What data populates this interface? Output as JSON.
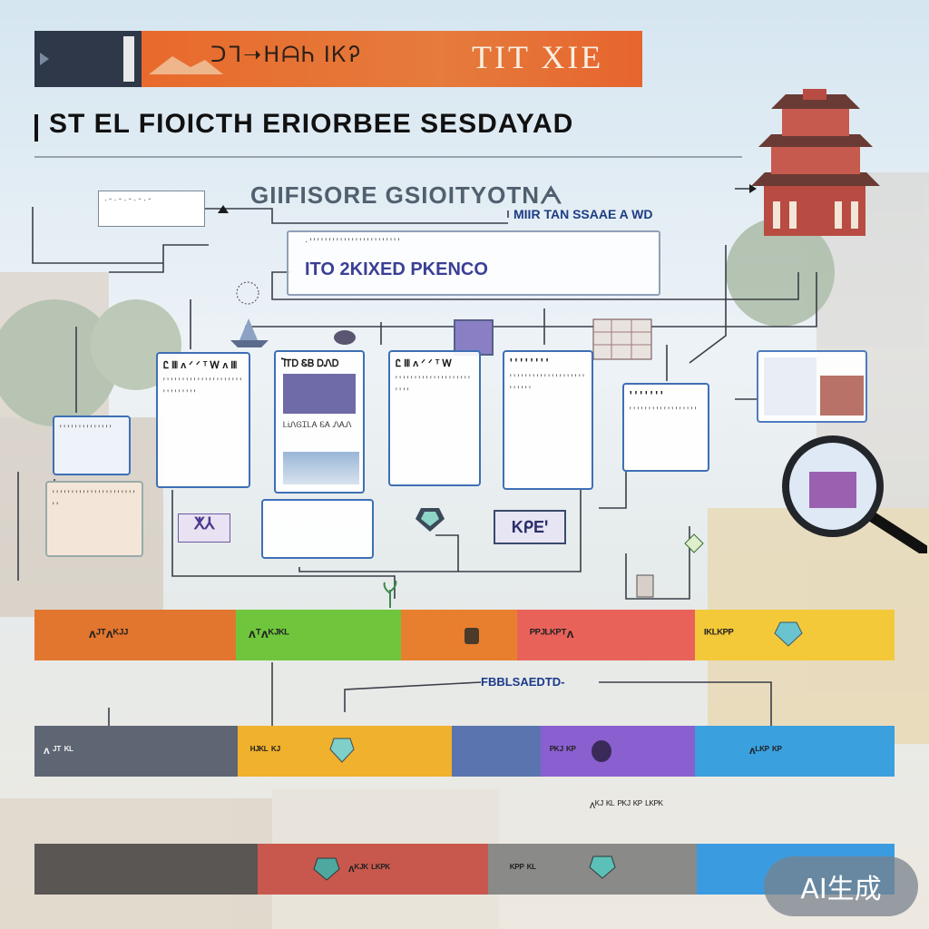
{
  "banner": {
    "script_text": "ᑐᒣ➝ᕼᗩᏂ ⅠᏦᎮ",
    "title": "TIT  XIE"
  },
  "main_title": "ST EL FIOICTH ERIORBEE SESDAYAD",
  "subtitle": "GIIFISORE GSIOITYOTNᗅ",
  "subtitle_right": "MIIR TAN SSAAE A WD",
  "header_box": {
    "dots": "· ꞌ ꞌ ꞌ ꞌ ꞌ ꞌ ꞌ ꞌ ꞌ ꞌ ꞌ ꞌ ꞌ ꞌ ꞌ ꞌ ꞌ ꞌ ꞌ ꞌ ꞌ ꞌ ꞌ ꞌ",
    "title": "ITO 2KIXED PKENCO"
  },
  "note_box": "ᐧ ᐨ ᐧ ᐨ ᐧ ᐨ ᐧ ᐨ ᐧ ᐨ",
  "cards": [
    {
      "title": "Ꮭ ꘈ ᴧ ᐟ ᐟ ᵀ Ꮃ ᴧ ꘈ",
      "text": "ꞌ ꞌ ꞌ ꞌ ꞌ ꞌ ꞌ ꞌ ꞌ ꞌ ꞌ ꞌ ꞌ ꞌ ꞌ ꞌ ꞌ ꞌ ꞌ ꞌ ꞌ ꞌ ꞌ ꞌ ꞌ ꞌ ꞌ ꞌ ꞌ ꞌ"
    },
    {
      "title": "ႨᎢᎠ ᏋᏴ ᎠᏁᎠ",
      "text": "ᏞᎥᏁᎶᏆᏞᎪ ᏋᎪ ᏁᎪᏁ"
    },
    {
      "title": "Ꮭ ꘈ ᴧ ᐟ ᐟ ᵀ Ꮃ",
      "text": "ꞌ ꞌ ꞌ ꞌ ꞌ ꞌ ꞌ ꞌ ꞌ ꞌ ꞌ ꞌ ꞌ ꞌ ꞌ ꞌ ꞌ ꞌ ꞌ ꞌ ꞌ ꞌ ꞌ ꞌ"
    },
    {
      "title": "ꞌ ꞌ ꞌ ꞌ ꞌ ꞌ ꞌ ꞌ",
      "text": "ꞌ ꞌ ꞌ ꞌ ꞌ ꞌ ꞌ ꞌ ꞌ ꞌ ꞌ ꞌ ꞌ ꞌ ꞌ ꞌ ꞌ ꞌ ꞌ ꞌ ꞌ ꞌ ꞌ ꞌ ꞌ ꞌ"
    },
    {
      "title": "ꞌ ꞌ ꞌ ꞌ ꞌ ꞌ ꞌ",
      "text": "ꞌ ꞌ ꞌ ꞌ ꞌ ꞌ ꞌ ꞌ ꞌ ꞌ ꞌ ꞌ ꞌ ꞌ ꞌ ꞌ ꞌ ꞌ"
    }
  ],
  "side_cards": [
    {
      "text": "ꞌ ꞌ ꞌ ꞌ ꞌ ꞌ ꞌ ꞌ ꞌ ꞌ ꞌ ꞌ ꞌ ꞌ"
    },
    {
      "text": "ꞌ ꞌ ꞌ ꞌ ꞌ ꞌ ꞌ ꞌ ꞌ ꞌ ꞌ ꞌ ꞌ ꞌ ꞌ ꞌ ꞌ ꞌ ꞌ ꞌ ꞌ ꞌ ꞌ ꞌ"
    }
  ],
  "small_labels": {
    "kx": "ⵅ⅄",
    "kpe": "KᑭEꞌ"
  },
  "row1": {
    "colors": [
      "#e2762e",
      "#6fc63c",
      "#e87f2e",
      "#e9625a",
      "#f3c93a"
    ],
    "labels": [
      "ᴧᴶᵀᴧᴷᴶᴶ",
      "ᴧᵀᴧᴷᴶᴷᴸ",
      "",
      "ᴾᴾᴶᴸᴷᴾᵀᴧ",
      "ᴵᴷᴸᴷᴾᴾ"
    ]
  },
  "mid_label": "FBBLSAEDTD-",
  "row2": {
    "colors": [
      "#5e6674",
      "#f0b12c",
      "#5a74b0",
      "#8a5fcf",
      "#3aa0de"
    ],
    "labels": [
      "ᴧ ᴶᵀ ᴷᴸ",
      "ᴴᴶᴷᴸ ᴷᴶ",
      "",
      "ᴾᴷᴶ ᴷᴾ",
      "ᴧᴸᴷᴾ ᴷᴾ"
    ]
  },
  "note_lower": "ᴧᴷᴶ ᴷᴸ ᴾᴷᴶ ᴷᴾ ᴸᴷᴾᴷ",
  "row3": {
    "colors": [
      "#5a5654",
      "#c8584e",
      "#8a8a88",
      "#3b9be0"
    ],
    "labels": [
      "ᴧᴷᴶᴷ ᴸᴷᴾᴷ",
      "ᴷᴾᴾ ᴷᴸ"
    ]
  },
  "ai_badge": "AI生成"
}
